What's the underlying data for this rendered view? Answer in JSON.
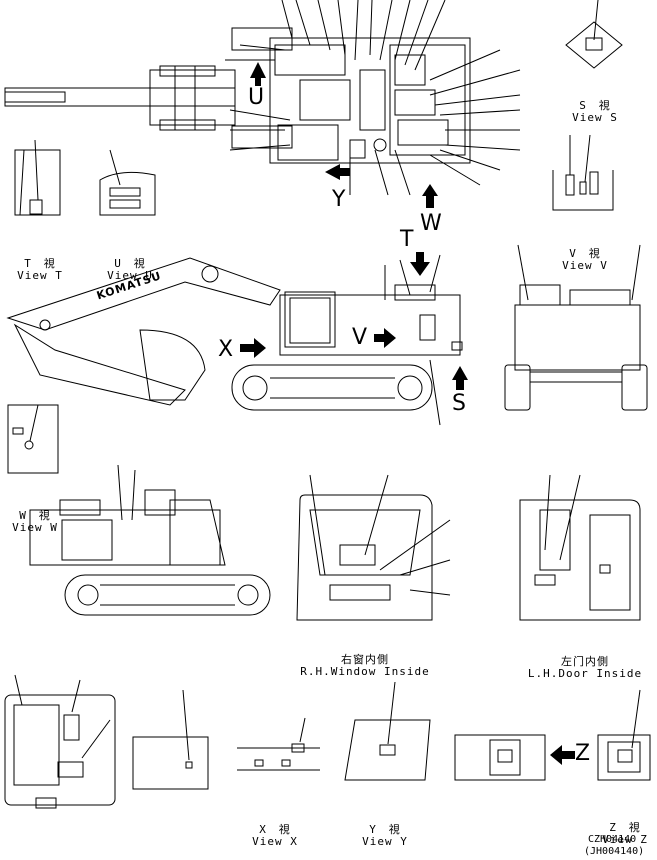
{
  "views": {
    "S": {
      "cjk": "S　視",
      "en": "View S"
    },
    "T": {
      "cjk": "T　視",
      "en": "View T"
    },
    "U": {
      "cjk": "U　視",
      "en": "View U"
    },
    "V": {
      "cjk": "V　視",
      "en": "View V"
    },
    "W": {
      "cjk": "W　視",
      "en": "View W"
    },
    "X": {
      "cjk": "X　視",
      "en": "View X"
    },
    "Y": {
      "cjk": "Y　視",
      "en": "View Y"
    },
    "Z": {
      "cjk": "Z　視",
      "en": "View Z"
    }
  },
  "cab_views": {
    "rh_window": {
      "cjk": "右窗内側",
      "en": "R.H.Window Inside"
    },
    "lh_door": {
      "cjk": "左门内側",
      "en": "L.H.Door Inside"
    }
  },
  "arrow_letters": {
    "U": "U",
    "Y": "Y",
    "W": "W",
    "T": "T",
    "V": "V",
    "X": "X",
    "S": "S",
    "Z": "Z"
  },
  "brand": "KOMATSU",
  "drawing_codes": [
    "CZH04140",
    "(JH004140)"
  ]
}
